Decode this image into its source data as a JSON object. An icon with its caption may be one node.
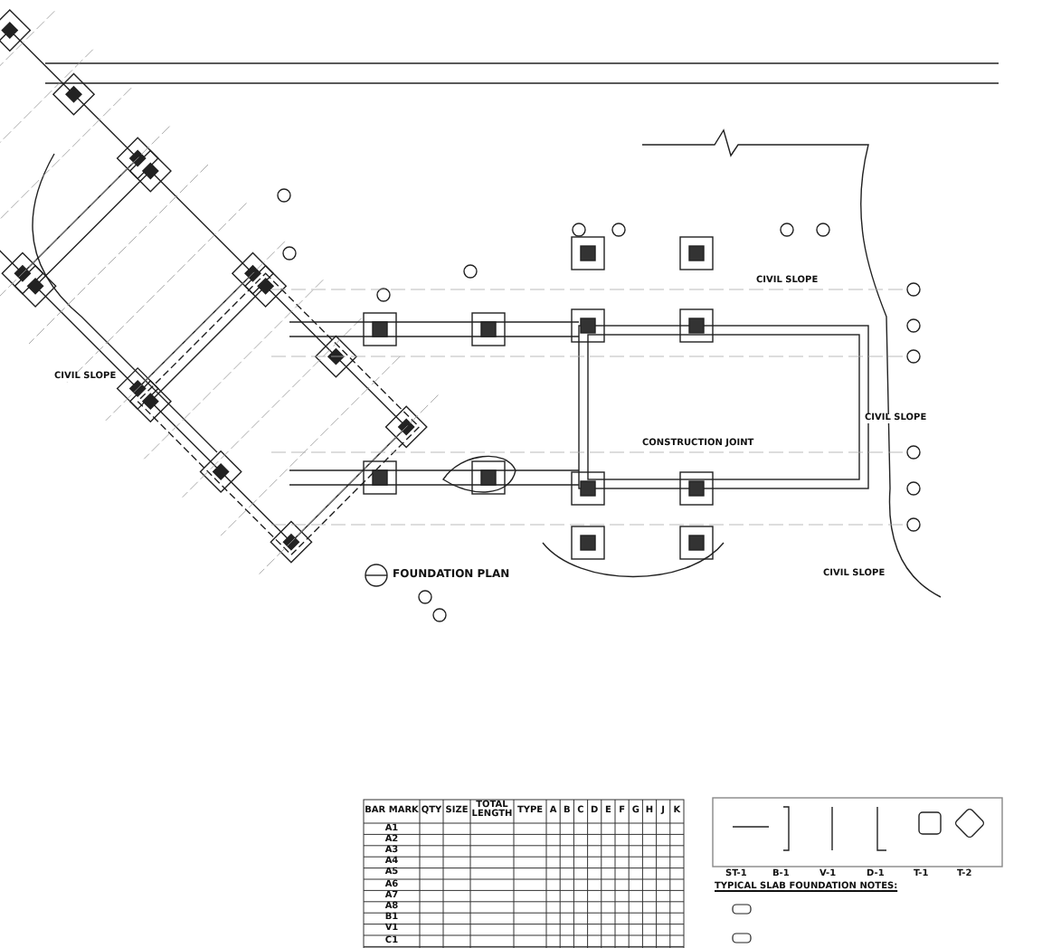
{
  "diagram": {
    "labels": [
      "FOUNDATION PLAN",
      "CIVIL SLOPE",
      "CIVIL SLOPE",
      "CIVIL SLOPE",
      "CIVIL SLOPE",
      "CONSTRUCTION JOINT",
      "BAR MARK",
      "QTY",
      "SIZE",
      "TOTAL LENGTH",
      "TYPE",
      "A",
      "B",
      "C",
      "D",
      "E",
      "F",
      "G",
      "H",
      "J",
      "K",
      "A1",
      "A2",
      "A3",
      "A4",
      "A5",
      "A6",
      "A7",
      "A8",
      "B1",
      "V1",
      "C1",
      "ST-1",
      "B-1",
      "V-1",
      "D-1",
      "T-1",
      "T-2",
      "TYPICAL SLAB FOUNDATION NOTES:"
    ]
  }
}
